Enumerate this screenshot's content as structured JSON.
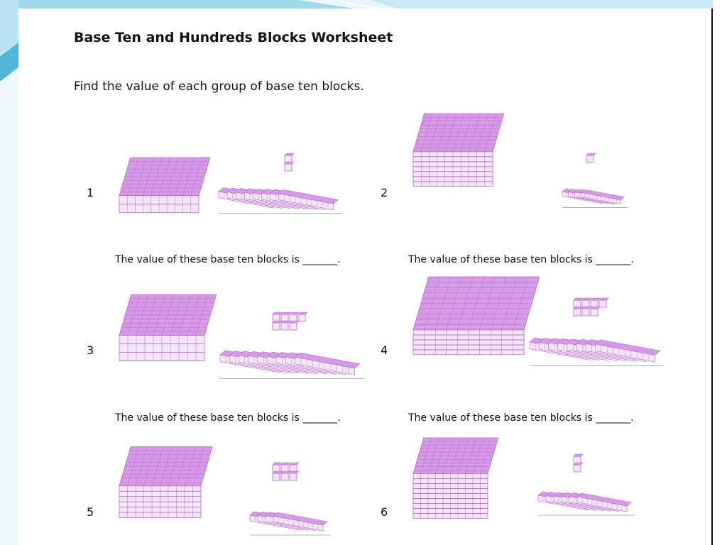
{
  "worksheet": {
    "title": "Base Ten and Hundreds Blocks Worksheet",
    "instruction": "Find the value of each group of base ten blocks.",
    "answer_prompt": "The value of these base ten blocks is _______.",
    "problems": [
      {
        "number": "1",
        "hundreds": 2,
        "tens": 8,
        "ones": 2
      },
      {
        "number": "2",
        "hundreds": 7,
        "tens": 4,
        "ones": 1
      },
      {
        "number": "3",
        "hundreds": 3,
        "tens": 9,
        "ones": 7
      },
      {
        "number": "4",
        "hundreds": 5,
        "tens": 8,
        "ones": 7
      },
      {
        "number": "5",
        "hundreds": 6,
        "tens": 4,
        "ones": 6
      },
      {
        "number": "6",
        "hundreds": 9,
        "tens": 6,
        "ones": 2
      }
    ]
  },
  "colors": {
    "block_top": "#d69ae6",
    "block_face": "#f4e6f8",
    "block_line": "#b46cc8",
    "slide_accent": "#5cc0dc"
  }
}
